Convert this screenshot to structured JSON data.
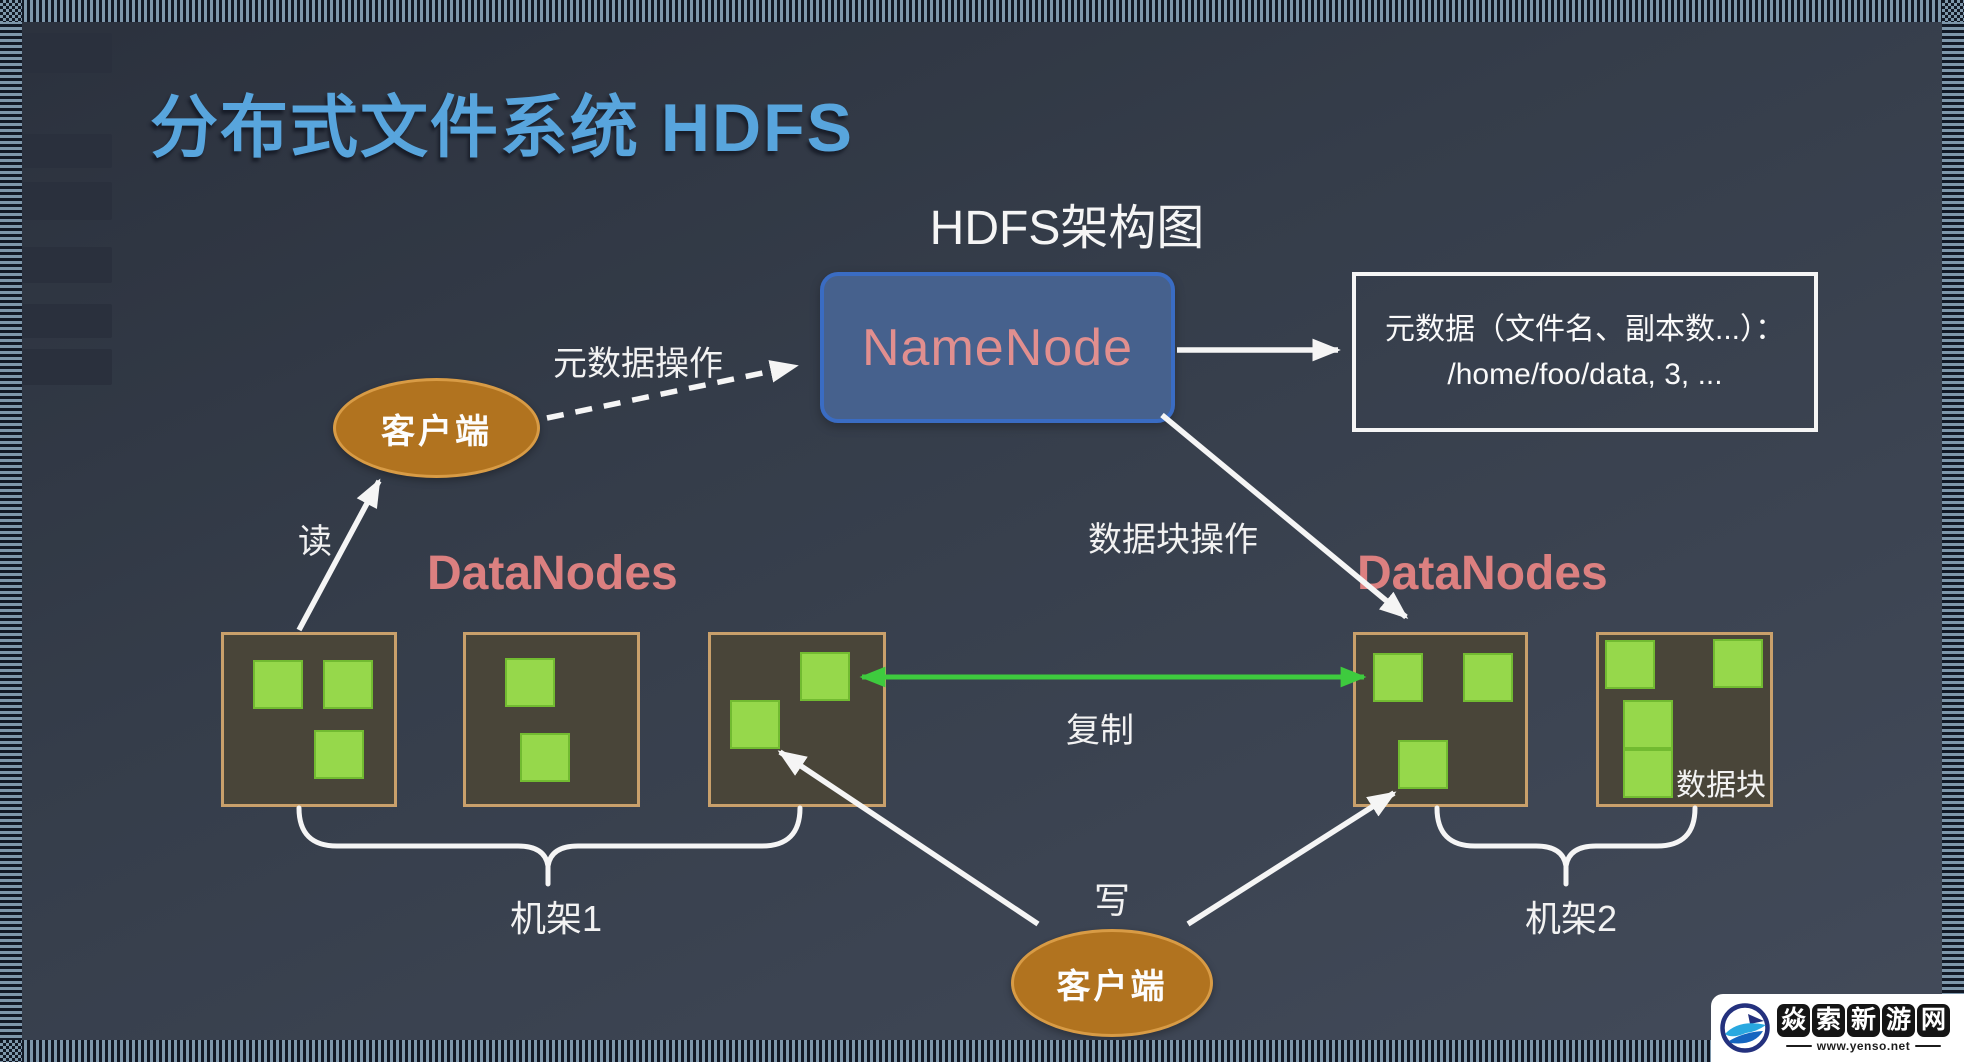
{
  "slide": {
    "title": "分布式文件系统 HDFS",
    "diagram_title": "HDFS架构图"
  },
  "nodes": {
    "namenode_label": "NameNode",
    "metadata_line1": "元数据（文件名、副本数...）：",
    "metadata_line2": "/home/foo/data, 3, ...",
    "client_top_label": "客户端",
    "client_bottom_label": "客户端",
    "datanodes_left_label": "DataNodes",
    "datanodes_right_label": "DataNodes",
    "data_block_label": "数据块"
  },
  "edges": {
    "metadata_op_label": "元数据操作",
    "block_op_label": "数据块操作",
    "replication_label": "复制",
    "read_label": "读",
    "write_label": "写"
  },
  "racks": {
    "rack1_label": "机架1",
    "rack2_label": "机架2"
  },
  "watermark": {
    "site_name": "焱索新游网",
    "site_url": "www.yenso.net"
  },
  "colors": {
    "title_blue": "#58a5dd",
    "diagram_text_white": "#f5f5f5",
    "node_text_salmon": "#e18f8f",
    "datanodes_label_salmon": "#dc8080",
    "namenode_fill": "#46618d",
    "namenode_border": "#3a6cc3",
    "client_fill": "#b1731f",
    "client_border": "#d89b45",
    "rack_box_fill": "#494539",
    "rack_box_border": "#c9a06b",
    "block_green": "#96d84b",
    "replication_arrow_green": "#3ecb3e",
    "frame_stripe_light": "#7e97ab",
    "frame_stripe_dark": "#121926"
  }
}
